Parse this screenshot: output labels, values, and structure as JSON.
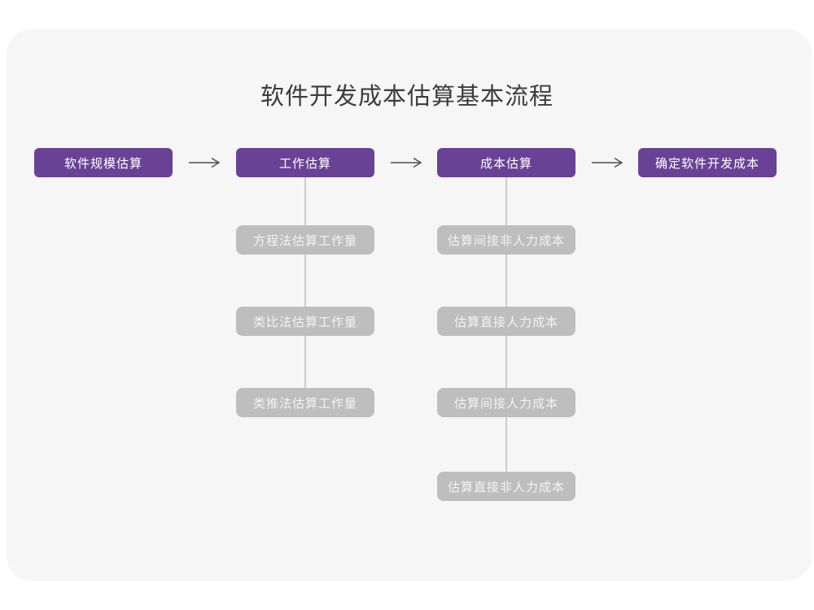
{
  "title": "软件开发成本估算基本流程",
  "colors": {
    "page_bg": "#ffffff",
    "card_bg": "#f6f6f7",
    "primary_box_bg": "#694296",
    "primary_box_text": "#ffffff",
    "sub_box_bg": "#bebebe",
    "sub_box_text": "#f3f3f3",
    "arrow": "#4d4d4d",
    "connector_line": "#cdcdcd",
    "title_text": "#3c3c3c"
  },
  "flow": {
    "main_steps": [
      {
        "label": "软件规模估算"
      },
      {
        "label": "工作估算"
      },
      {
        "label": "成本估算"
      },
      {
        "label": "确定软件开发成本"
      }
    ],
    "work_estimation_methods": [
      "方程法估算工作量",
      "类比法估算工作量",
      "类推法估算工作量"
    ],
    "cost_estimation_items": [
      "估算间接非人力成本",
      "估算直接人力成本",
      "估算间接人力成本",
      "估算直接非人力成本"
    ]
  }
}
